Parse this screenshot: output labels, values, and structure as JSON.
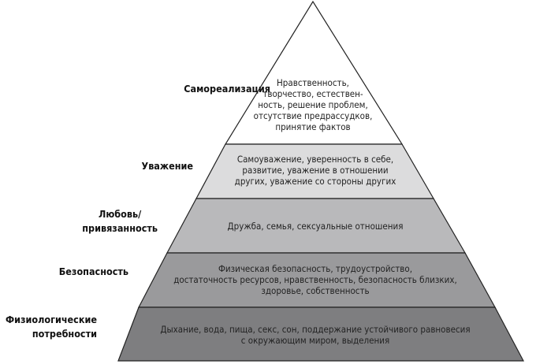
{
  "levels": [
    {
      "name": "Самореализация",
      "lines": [
        "Нравственность,",
        "творчество, естествен-",
        "ность, решение проблем,",
        "отсутствие предрассудков,",
        "принятие фактов"
      ],
      "color": "#ffffff"
    },
    {
      "name": "Уважение",
      "lines": [
        "Самоуважение, уверенность в себе,",
        "развитие, уважение в отношении",
        "других, уважение со стороны других"
      ],
      "color": "#dcdcdd"
    },
    {
      "name_lines": [
        "Любовь/",
        "привязанность"
      ],
      "lines": [
        "Дружба, семья, сексуальные отношения"
      ],
      "color": "#b9b9bb"
    },
    {
      "name": "Безопасность",
      "lines": [
        "Физическая безопасность, трудоустройство,",
        "достаточность ресурсов, нравственность, безопасность близких,",
        "здоровье, собственность"
      ],
      "color": "#9a9a9c"
    },
    {
      "name_lines": [
        "Физиологические",
        "потребности"
      ],
      "lines": [
        "Дыхание, вода, пища, секс, сон, поддержание устойчивого равновесия",
        "с окружающим миром, выделения"
      ],
      "color": "#7e7e80"
    }
  ]
}
